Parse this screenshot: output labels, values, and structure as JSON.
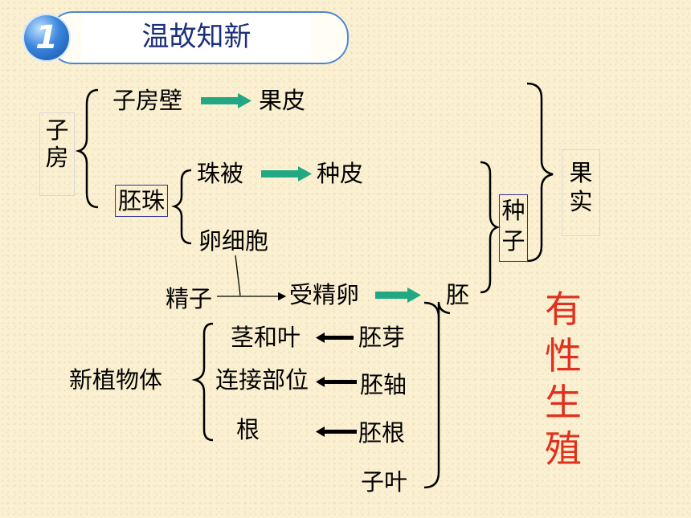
{
  "header": {
    "number": "1",
    "title": "温故知新"
  },
  "diagram": {
    "ovary": "子房",
    "ovary_wall": "子房壁",
    "pericarp": "果皮",
    "ovule": "胚珠",
    "integument": "珠被",
    "seed_coat": "种皮",
    "egg_cell": "卵细胞",
    "sperm": "精子",
    "zygote": "受精卵",
    "embryo": "胚",
    "seed": "种子",
    "fruit": "果实",
    "new_plant": "新植物体",
    "stem_leaf": "茎和叶",
    "connecting_part": "连接部位",
    "root": "根",
    "plumule": "胚芽",
    "hypocotyl": "胚轴",
    "radicle": "胚根",
    "cotyledon": "子叶"
  },
  "side_note": "有性生殖",
  "colors": {
    "side_note": "#e0301e",
    "green_arrow": "#22a883",
    "box_border": "#3030a0",
    "header_border": "#4a88d6"
  }
}
